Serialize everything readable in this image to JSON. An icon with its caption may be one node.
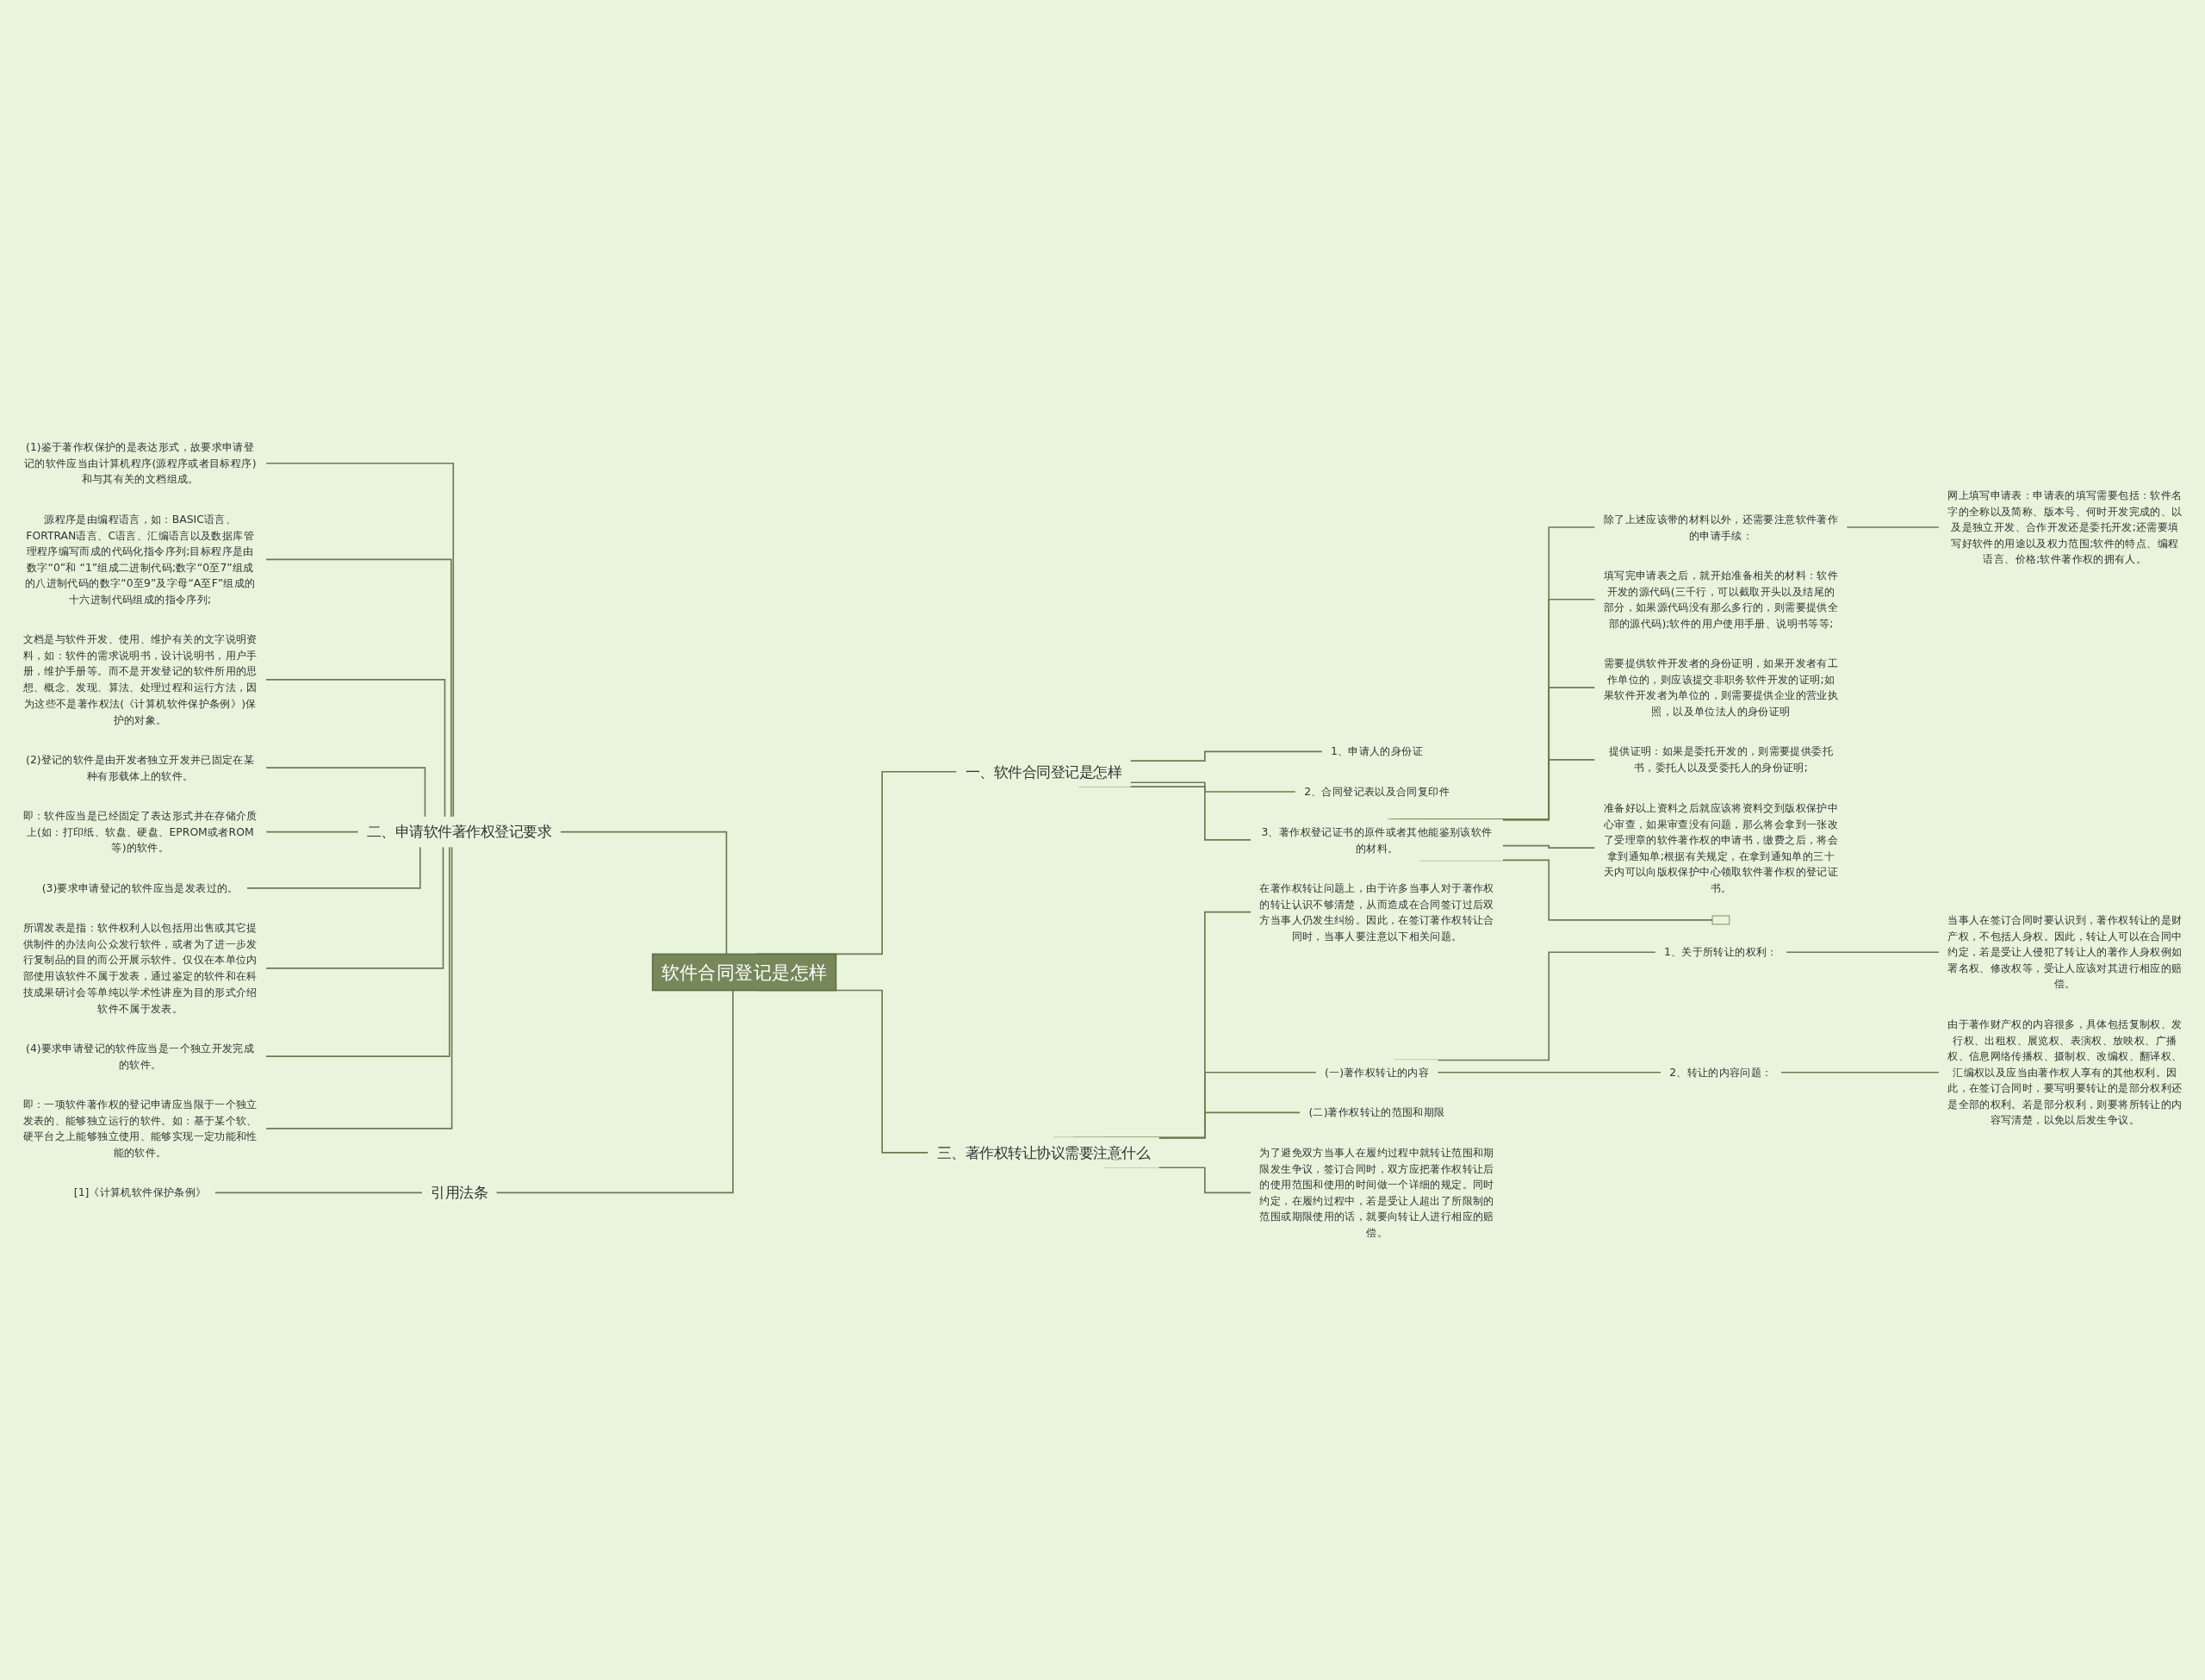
{
  "diagram": {
    "nodes": [
      {
        "text": [
          "软件合同登记是怎样"
        ]
      },
      {
        "text": [
          "一、软件合同登记是怎样"
        ]
      },
      {
        "text": [
          "1、申请人的身份证"
        ]
      },
      {
        "text": [
          "2、合同登记表以及合同复印件"
        ]
      },
      {
        "text": [
          "3、著作权登记证书的原件或者其他能鉴别该软件的材料。"
        ]
      },
      {
        "text": [
          "除了上述应该带的材料以外，还需要注意软件著作的申请手续："
        ]
      },
      {
        "text": [
          "网上填写申请表：申请表的填写需要包括：软件名字的全称以及简称、版本号、何时开发完成的、以及是独立开发、合作开发还是委托开发;还需要填写好软件的用途以及权力范围;软件的特点、编程语言、价格;软件著作权的拥有人。"
        ]
      },
      {
        "text": [
          "填写完申请表之后，就开始准备相关的材料：软件开发的源代码(三千行，可以截取开头以及结尾的部分，如果源代码没有那么多行的，则需要提供全部的源代码);软件的用户使用手册、说明书等等;"
        ]
      },
      {
        "text": [
          "需要提供软件开发者的身份证明，如果开发者有工作单位的，则应该提交非职务软件开发的证明;如果软件开发者为单位的，则需要提供企业的营业执照，以及单位法人的身份证明"
        ]
      },
      {
        "text": [
          "提供证明：如果是委托开发的，则需要提供委托书，委托人以及受委托人的身份证明;"
        ]
      },
      {
        "text": [
          "准备好以上资料之后就应该将资料交到版权保护中心审查，如果审查没有问题，那么将会拿到一张改了受理章的软件著作权的申请书，缴费之后，将会拿到通知单;根据有关规定，在拿到通知单的三十天内可以向版权保护中心领取软件著作权的登记证书。"
        ]
      },
      {
        "text": [],
        "shape": "box"
      },
      {
        "text": [
          "三、著作权转让协议需要注意什么"
        ]
      },
      {
        "text": [
          "在著作权转让问题上，由于许多当事人对于著作权的转让认识不够清楚，从而造成在合同签订过后双方当事人仍发生纠纷。因此，在签订著作权转让合同时，当事人要注意以下相关问题。"
        ]
      },
      {
        "text": [
          "(一)著作权转让的内容"
        ]
      },
      {
        "text": [
          "1、关于所转让的权利："
        ]
      },
      {
        "text": [
          "当事人在签订合同时要认识到，著作权转让的是财产权，不包括人身权。因此，转让人可以在合同中约定，若是受让人侵犯了转让人的著作人身权例如署名权、修改权等，受让人应该对其进行相应的赔偿。"
        ]
      },
      {
        "text": [
          "2、转让的内容问题："
        ]
      },
      {
        "text": [
          "由于著作财产权的内容很多，具体包括复制权、发行权、出租权、展览权、表演权、放映权、广播权、信息网络传播权、摄制权、改编权、翻译权、汇编权以及应当由著作权人享有的其他权利。因此，在签订合同时，要写明要转让的是部分权利还是全部的权利。若是部分权利，则要将所转让的内容写清楚，以免以后发生争议。"
        ]
      },
      {
        "text": [
          "(二)著作权转让的范围和期限"
        ]
      },
      {
        "text": [
          "为了避免双方当事人在履约过程中就转让范围和期限发生争议，签订合同时，双方应把著作权转让后的使用范围和使用的时间做一个详细的规定。同时约定，在履约过程中，若是受让人超出了所限制的范围或期限使用的话，就要向转让人进行相应的赔偿。"
        ]
      },
      {
        "text": [
          "二、申请软件著作权登记要求"
        ]
      },
      {
        "text": [
          "(1)鉴于著作权保护的是表达形式，故要求申请登记的软件应当由计算机程序(源程序或者目标程序)和与其有关的文档组成。"
        ]
      },
      {
        "text": [
          "源程序是由编程语言，如：BASIC语言、FORTRAN语言、C语言、汇编语言以及数据库管理程序编写而成的代码化指令序列;目标程序是由数字“0”和 “1”组成二进制代码;数字“0至7”组成的八进制代码的数字“0至9”及字母“A至F”组成的十六进制代码组成的指令序列;"
        ]
      },
      {
        "text": [
          "文档是与软件开发、使用、维护有关的文字说明资料，如：软件的需求说明书，设计说明书，用户手册，维护手册等。而不是开发登记的软件所用的思想、概念、发现、算法、处理过程和运行方法，因为这些不是著作权法(《计算机软件保护条例》)保护的对象。"
        ]
      },
      {
        "text": [
          "(2)登记的软件是由开发者独立开发并已固定在某种有形载体上的软件。"
        ]
      },
      {
        "text": [
          "即：软件应当是已经固定了表达形式并在存储介质上(如：打印纸、软盘、硬盘、EPROM或者ROM等)的软件。"
        ]
      },
      {
        "text": [
          "(3)要求申请登记的软件应当是发表过的。"
        ]
      },
      {
        "text": [
          "所谓发表是指：软件权利人以包括用出售或其它提供制件的办法向公众发行软件，或者为了进一步发行复制品的目的而公开展示软件。仅仅在本单位内部使用该软件不属于发表，通过鉴定的软件和在科技成果研讨会等单纯以学术性讲座为目的形式介绍软件不属于发表。"
        ]
      },
      {
        "text": [
          "(4)要求申请登记的软件应当是一个独立开发完成的软件。"
        ]
      },
      {
        "text": [
          "即：一项软件著作权的登记申请应当限于一个独立发表的、能够独立运行的软件。如：基于某个软、硬平台之上能够独立使用、能够实现一定功能和性能的软件。"
        ]
      },
      {
        "text": [
          "引用法条"
        ]
      },
      {
        "text": [
          "[1]《计算机软件保护条例》"
        ]
      }
    ],
    "edges": [
      {
        "from": 0,
        "to": 1,
        "arrow": "none"
      },
      {
        "from": 1,
        "to": 2,
        "arrow": "none"
      },
      {
        "from": 1,
        "to": 3,
        "arrow": "none"
      },
      {
        "from": 1,
        "to": 4,
        "arrow": "none"
      },
      {
        "from": 4,
        "to": 5,
        "arrow": "none"
      },
      {
        "from": 5,
        "to": 6,
        "arrow": "none"
      },
      {
        "from": 4,
        "to": 7,
        "arrow": "none"
      },
      {
        "from": 4,
        "to": 8,
        "arrow": "none"
      },
      {
        "from": 4,
        "to": 9,
        "arrow": "none"
      },
      {
        "from": 4,
        "to": 10,
        "arrow": "none"
      },
      {
        "from": 4,
        "to": 11,
        "arrow": "none"
      },
      {
        "from": 0,
        "to": 12,
        "arrow": "none"
      },
      {
        "from": 12,
        "to": 13,
        "arrow": "none"
      },
      {
        "from": 12,
        "to": 14,
        "arrow": "none"
      },
      {
        "from": 14,
        "to": 15,
        "arrow": "none"
      },
      {
        "from": 15,
        "to": 16,
        "arrow": "none"
      },
      {
        "from": 14,
        "to": 17,
        "arrow": "none"
      },
      {
        "from": 17,
        "to": 18,
        "arrow": "none"
      },
      {
        "from": 12,
        "to": 19,
        "arrow": "none"
      },
      {
        "from": 12,
        "to": 20,
        "arrow": "none"
      },
      {
        "from": 0,
        "to": 21,
        "arrow": "none"
      },
      {
        "from": 21,
        "to": 22,
        "arrow": "none"
      },
      {
        "from": 21,
        "to": 23,
        "arrow": "none"
      },
      {
        "from": 21,
        "to": 24,
        "arrow": "none"
      },
      {
        "from": 21,
        "to": 25,
        "arrow": "none"
      },
      {
        "from": 21,
        "to": 26,
        "arrow": "none"
      },
      {
        "from": 21,
        "to": 27,
        "arrow": "none"
      },
      {
        "from": 21,
        "to": 28,
        "arrow": "none"
      },
      {
        "from": 21,
        "to": 29,
        "arrow": "none"
      },
      {
        "from": 21,
        "to": 30,
        "arrow": "none"
      },
      {
        "from": 0,
        "to": 31,
        "arrow": "none"
      },
      {
        "from": 31,
        "to": 32,
        "arrow": "none"
      }
    ]
  }
}
